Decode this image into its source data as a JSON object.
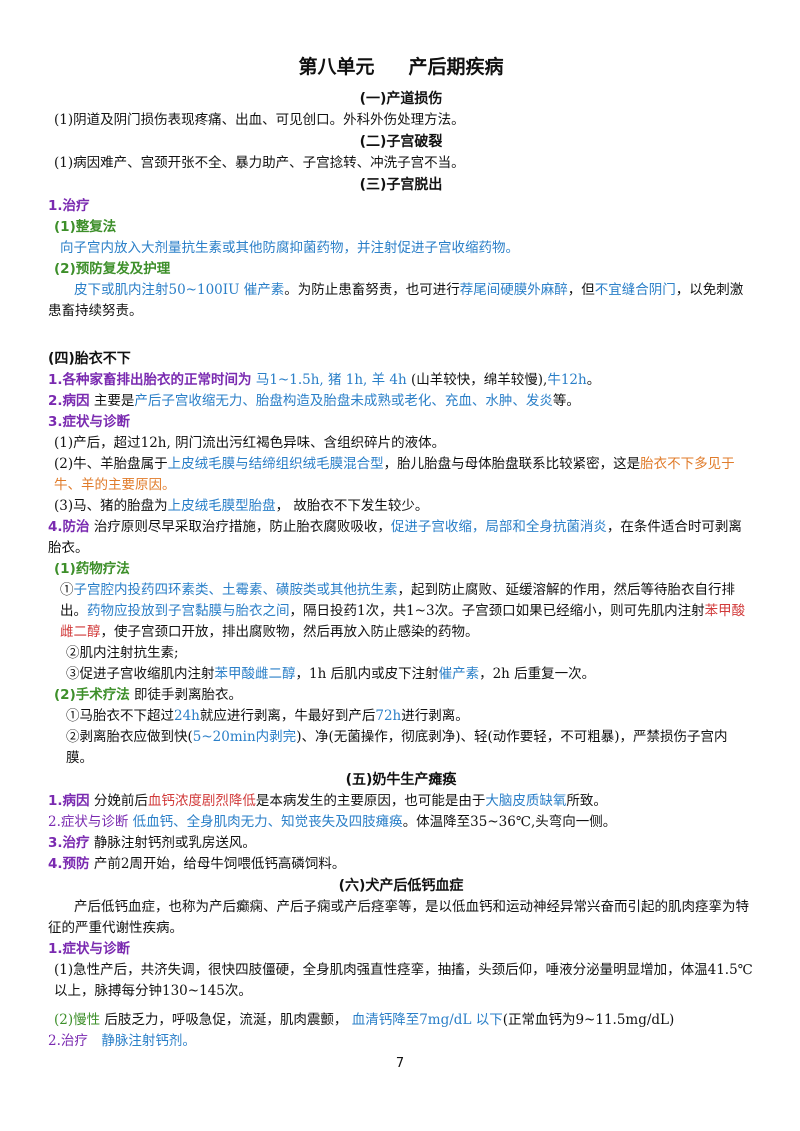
{
  "title": {
    "a": "第八单元",
    "b": "产后期疾病"
  },
  "s1": {
    "heading": "(一)产道损伤",
    "p1": "(1)阴道及阴门损伤表现疼痛、出血、可见创口。外科外伤处理方法。"
  },
  "s2": {
    "heading": "(二)子宫破裂",
    "p1": "(1)病因难产、宫颈开张不全、暴力助产、子宫捻转、冲洗子宫不当。"
  },
  "s3": {
    "heading": "(三)子宫脱出",
    "h1": "1.治疗",
    "h1a": "(1)整复法",
    "p1": "向子宫内放入大剂量抗生素或其他防腐抑菌药物，并注射促进子宫收缩药物。",
    "h1b": "(2)预防复发及护理",
    "p2a": "皮下或肌内注射50~100IU 催产素",
    "p2b": "。为防止患畜努责，也可进行",
    "p2c": "荐尾间硬膜外麻醉",
    "p2d": "，但",
    "p2e": "不宜缝合阴门",
    "p2f": "，以免刺激患畜持续努责。"
  },
  "s4": {
    "heading": "(四)胎衣不下",
    "l1h": "1.各种家畜排出胎衣的正常时间为",
    "l1a": "马1~1.5h, 猪 1h, 羊 4h",
    "l1b": "(山羊较快，绵羊较慢),",
    "l1c": "牛12h",
    "l1d": "。",
    "l2h": "2.病因",
    "l2a": " 主要是",
    "l2b": "产后子宫收缩无力、胎盘构造及胎盘未成熟或老化、充血、水肿、发炎",
    "l2c": "等。",
    "l3h": "3.症状与诊断",
    "l3p1": "(1)产后，超过12h, 阴门流出污红褐色异味、含组织碎片的液体。",
    "l3p2a": "(2)牛、羊胎盘属于",
    "l3p2b": "上皮绒毛膜与结缔组织绒毛膜混合型",
    "l3p2c": "，胎儿胎盘与母体胎盘联系比较紧密，这是",
    "l3p2d": "胎衣不下多见于牛、羊的主要原因。",
    "l3p3a": "(3)马、猪的胎盘为",
    "l3p3b": "上皮绒毛膜型胎盘",
    "l3p3c": "， 故胎衣不下发生较少。",
    "l4h": "4.防治",
    "l4a": " 治疗原则尽早采取治疗措施，防止胎衣腐败吸收，",
    "l4b": "促进子宫收缩，局部和全身抗菌消炎",
    "l4c": "，在条件适合时可剥离胎衣。",
    "d1h": "(1)药物疗法",
    "d1p1a": "①",
    "d1p1b": "子宫腔内投药四环素类、土霉素、磺胺类或其他抗生素",
    "d1p1c": "，起到防止腐败、延缓溶解的作用，然后等待胎衣自行排出。",
    "d1p1d": "药物应投放到子宫黏膜与胎衣之间",
    "d1p1e": "，隔日投药1次，共1~3次。子宫颈口如果已经缩小，则可先肌内注射",
    "d1p1f": "苯甲酸雌二醇",
    "d1p1g": "，使子宫颈口开放，排出腐败物，然后再放入防止感染的药物。",
    "d1p2": "②肌内注射抗生素;",
    "d1p3a": "③促进子宫收缩肌内注射",
    "d1p3b": "苯甲酸雌二醇",
    "d1p3c": "，1h 后肌内或皮下注射",
    "d1p3d": "催产素",
    "d1p3e": "，2h 后重复一次。",
    "d2h": "(2)手术疗法",
    "d2a": " 即徒手剥离胎衣。",
    "d2p1a": "①马胎衣不下超过",
    "d2p1b": "24h",
    "d2p1c": "就应进行剥离，牛最好到产后",
    "d2p1d": "72h",
    "d2p1e": "进行剥离。",
    "d2p2a": "②剥离胎衣应做到快(",
    "d2p2b": "5~20min内剥完",
    "d2p2c": ")、净(无菌操作，彻底剥净)、轻(动作要轻，不可粗暴)，严禁损伤子宫内膜。"
  },
  "s5": {
    "heading": "(五)奶牛生产瘫痪",
    "l1h": "1.病因",
    "l1a": " 分娩前后",
    "l1b": "血钙浓度剧烈降低",
    "l1c": "是本病发生的主要原因，也可能是由于",
    "l1d": "大脑皮质缺氧",
    "l1e": "所致。",
    "l2h": "2.症状与诊断",
    "l2a": " 低血钙、全身肌肉无力、知觉丧失及四肢瘫痪",
    "l2b": "。体温降至35~36℃,头弯向一侧。",
    "l3h": "3.治疗",
    "l3a": " 静脉注射钙剂或乳房送风。",
    "l4h": "4.预防",
    "l4a": " 产前2周开始，给母牛饲喂低钙高磷饲料。"
  },
  "s6": {
    "heading": "(六)犬产后低钙血症",
    "intro": "产后低钙血症，也称为产后癫痫、产后子痫或产后痉挛等，是以低血钙和运动神经异常兴奋而引起的肌肉痉挛为特征的严重代谢性疾病。",
    "l1h": "1.症状与诊断",
    "p1": "(1)急性产后，共济失调，很快四肢僵硬，全身肌肉强直性痉挛，抽搐，头颈后仰，唾液分泌量明显增加，体温41.5℃以上，脉搏每分钟130~145次。",
    "p2a": "(2)慢性",
    "p2b": " 后肢乏力，呼吸急促，流涎，肌肉震颤， ",
    "p2c": "血清钙降至7mg/dL 以下",
    "p2d": "(正常血钙为9~11.5mg/dL)",
    "l2h": "2.治疗",
    "l2a": "静脉注射钙剂。"
  },
  "page_number": "7"
}
